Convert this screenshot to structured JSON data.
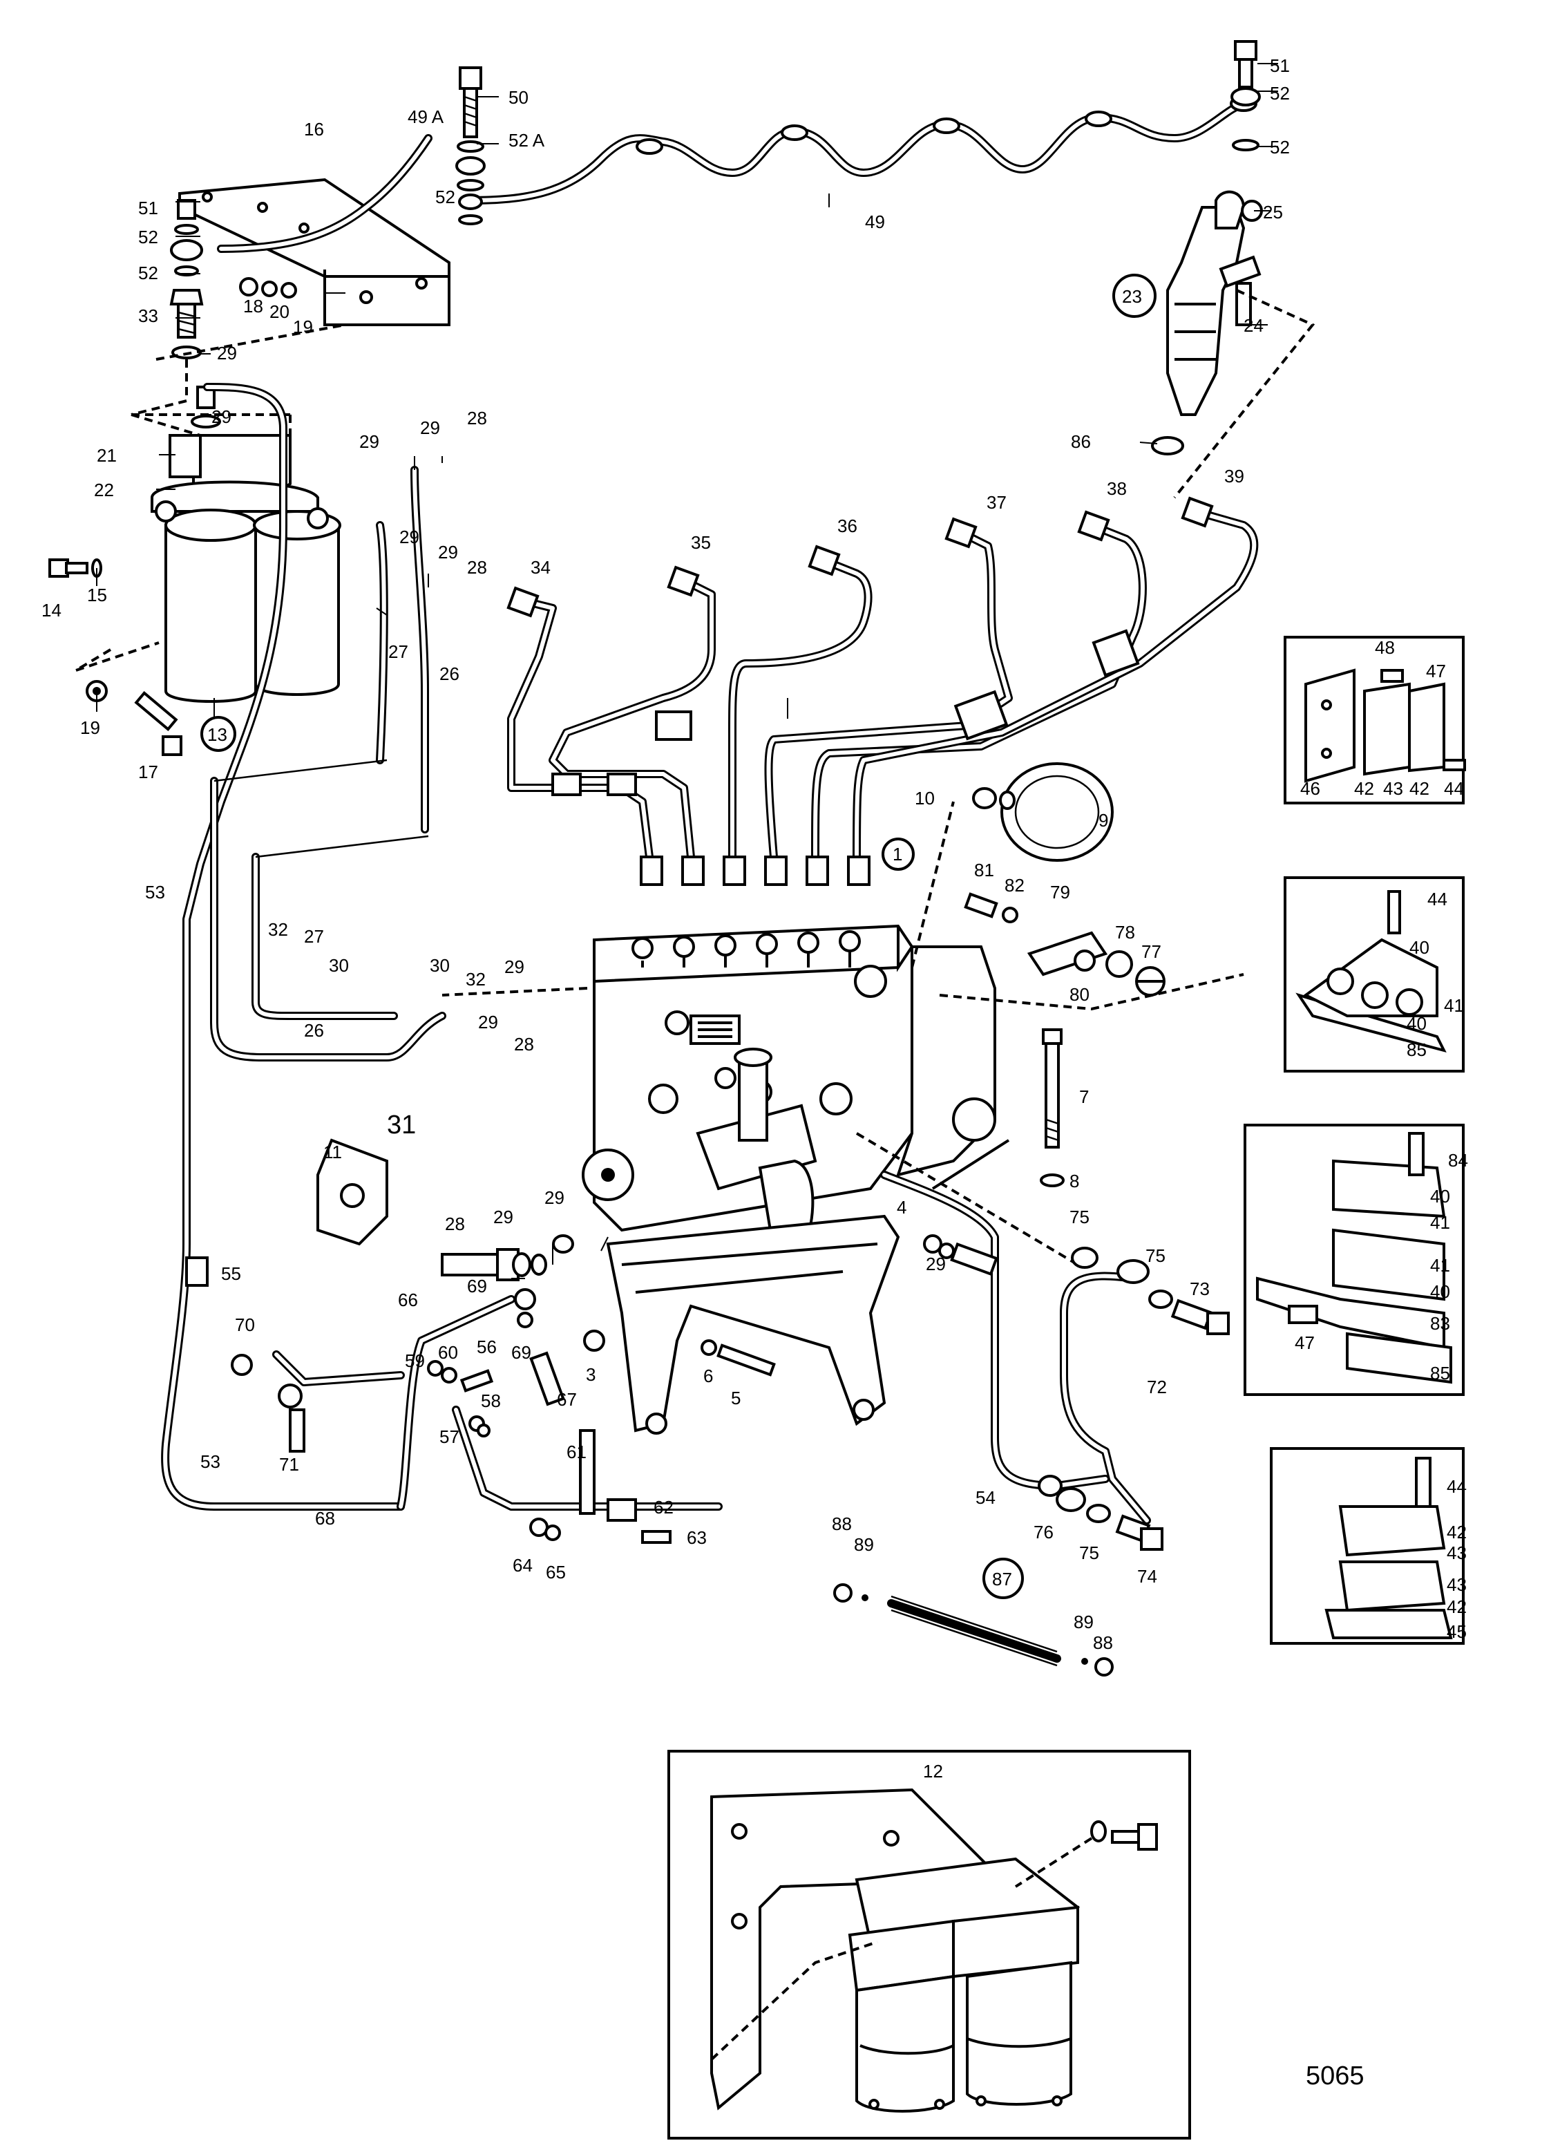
{
  "figure_id": "5065",
  "inset_label": "12",
  "callouts": [
    {
      "id": "c1",
      "text": "1",
      "circled": true
    },
    {
      "id": "c3",
      "text": "3"
    },
    {
      "id": "c4",
      "text": "4"
    },
    {
      "id": "c5",
      "text": "5"
    },
    {
      "id": "c6",
      "text": "6"
    },
    {
      "id": "c7",
      "text": "7"
    },
    {
      "id": "c8",
      "text": "8"
    },
    {
      "id": "c9",
      "text": "9"
    },
    {
      "id": "c10",
      "text": "10"
    },
    {
      "id": "c11",
      "text": "11"
    },
    {
      "id": "c13",
      "text": "13",
      "circled": true
    },
    {
      "id": "c14",
      "text": "14"
    },
    {
      "id": "c15",
      "text": "15"
    },
    {
      "id": "c16",
      "text": "16"
    },
    {
      "id": "c17",
      "text": "17"
    },
    {
      "id": "c18",
      "text": "18"
    },
    {
      "id": "c19a",
      "text": "19"
    },
    {
      "id": "c19b",
      "text": "19"
    },
    {
      "id": "c20",
      "text": "20"
    },
    {
      "id": "c21",
      "text": "21"
    },
    {
      "id": "c22",
      "text": "22"
    },
    {
      "id": "c23",
      "text": "23",
      "circled": true
    },
    {
      "id": "c24",
      "text": "24"
    },
    {
      "id": "c25",
      "text": "25"
    },
    {
      "id": "c26a",
      "text": "26"
    },
    {
      "id": "c26b",
      "text": "26"
    },
    {
      "id": "c27a",
      "text": "27"
    },
    {
      "id": "c27b",
      "text": "27"
    },
    {
      "id": "c28a",
      "text": "28"
    },
    {
      "id": "c28b",
      "text": "28"
    },
    {
      "id": "c28c",
      "text": "28"
    },
    {
      "id": "c28d",
      "text": "28"
    },
    {
      "id": "c29a",
      "text": "29"
    },
    {
      "id": "c29b",
      "text": "29"
    },
    {
      "id": "c29c",
      "text": "29"
    },
    {
      "id": "c29d",
      "text": "29"
    },
    {
      "id": "c29e",
      "text": "29"
    },
    {
      "id": "c29f",
      "text": "29"
    },
    {
      "id": "c29g",
      "text": "29"
    },
    {
      "id": "c29h",
      "text": "29"
    },
    {
      "id": "c29i",
      "text": "29"
    },
    {
      "id": "c29j",
      "text": "29"
    },
    {
      "id": "c29k",
      "text": "29"
    },
    {
      "id": "c30a",
      "text": "30"
    },
    {
      "id": "c30b",
      "text": "30"
    },
    {
      "id": "c31",
      "text": "31"
    },
    {
      "id": "c32a",
      "text": "32"
    },
    {
      "id": "c32b",
      "text": "32"
    },
    {
      "id": "c33",
      "text": "33"
    },
    {
      "id": "c34",
      "text": "34"
    },
    {
      "id": "c35",
      "text": "35"
    },
    {
      "id": "c36",
      "text": "36"
    },
    {
      "id": "c37",
      "text": "37"
    },
    {
      "id": "c38",
      "text": "38"
    },
    {
      "id": "c39",
      "text": "39"
    },
    {
      "id": "c40a",
      "text": "40"
    },
    {
      "id": "c40b",
      "text": "40"
    },
    {
      "id": "c40c",
      "text": "40"
    },
    {
      "id": "c40d",
      "text": "40"
    },
    {
      "id": "c41a",
      "text": "41"
    },
    {
      "id": "c41b",
      "text": "41"
    },
    {
      "id": "c41c",
      "text": "41"
    },
    {
      "id": "c42a",
      "text": "42"
    },
    {
      "id": "c42b",
      "text": "42"
    },
    {
      "id": "c42c",
      "text": "42"
    },
    {
      "id": "c42d",
      "text": "42"
    },
    {
      "id": "c43a",
      "text": "43"
    },
    {
      "id": "c43b",
      "text": "43"
    },
    {
      "id": "c43c",
      "text": "43"
    },
    {
      "id": "c44a",
      "text": "44"
    },
    {
      "id": "c44b",
      "text": "44"
    },
    {
      "id": "c44c",
      "text": "44"
    },
    {
      "id": "c45",
      "text": "45"
    },
    {
      "id": "c46",
      "text": "46"
    },
    {
      "id": "c47a",
      "text": "47"
    },
    {
      "id": "c47b",
      "text": "47"
    },
    {
      "id": "c48",
      "text": "48"
    },
    {
      "id": "c49",
      "text": "49"
    },
    {
      "id": "c49a",
      "text": "49 A"
    },
    {
      "id": "c50",
      "text": "50"
    },
    {
      "id": "c51a",
      "text": "51"
    },
    {
      "id": "c51b",
      "text": "51"
    },
    {
      "id": "c52a",
      "text": "52"
    },
    {
      "id": "c52b",
      "text": "52"
    },
    {
      "id": "c52c",
      "text": "52"
    },
    {
      "id": "c52d",
      "text": "52"
    },
    {
      "id": "c52e",
      "text": "52"
    },
    {
      "id": "c52A",
      "text": "52 A"
    },
    {
      "id": "c53a",
      "text": "53"
    },
    {
      "id": "c53b",
      "text": "53"
    },
    {
      "id": "c54",
      "text": "54"
    },
    {
      "id": "c55",
      "text": "55"
    },
    {
      "id": "c56",
      "text": "56"
    },
    {
      "id": "c57",
      "text": "57"
    },
    {
      "id": "c58",
      "text": "58"
    },
    {
      "id": "c59",
      "text": "59"
    },
    {
      "id": "c60",
      "text": "60"
    },
    {
      "id": "c61",
      "text": "61"
    },
    {
      "id": "c62",
      "text": "62"
    },
    {
      "id": "c63",
      "text": "63"
    },
    {
      "id": "c64",
      "text": "64"
    },
    {
      "id": "c65",
      "text": "65"
    },
    {
      "id": "c66",
      "text": "66"
    },
    {
      "id": "c67",
      "text": "67"
    },
    {
      "id": "c68",
      "text": "68"
    },
    {
      "id": "c69a",
      "text": "69"
    },
    {
      "id": "c69b",
      "text": "69"
    },
    {
      "id": "c70",
      "text": "70"
    },
    {
      "id": "c71",
      "text": "71"
    },
    {
      "id": "c72",
      "text": "72"
    },
    {
      "id": "c73",
      "text": "73"
    },
    {
      "id": "c74",
      "text": "74"
    },
    {
      "id": "c75a",
      "text": "75"
    },
    {
      "id": "c75b",
      "text": "75"
    },
    {
      "id": "c75c",
      "text": "75"
    },
    {
      "id": "c76",
      "text": "76"
    },
    {
      "id": "c77",
      "text": "77"
    },
    {
      "id": "c78",
      "text": "78"
    },
    {
      "id": "c79",
      "text": "79"
    },
    {
      "id": "c80",
      "text": "80"
    },
    {
      "id": "c81",
      "text": "81"
    },
    {
      "id": "c82",
      "text": "82"
    },
    {
      "id": "c83",
      "text": "83"
    },
    {
      "id": "c84",
      "text": "84"
    },
    {
      "id": "c85a",
      "text": "85"
    },
    {
      "id": "c85b",
      "text": "85"
    },
    {
      "id": "c86",
      "text": "86"
    },
    {
      "id": "c87",
      "text": "87",
      "circled": true
    },
    {
      "id": "c88a",
      "text": "88"
    },
    {
      "id": "c88b",
      "text": "88"
    },
    {
      "id": "c89a",
      "text": "89"
    },
    {
      "id": "c89b",
      "text": "89"
    }
  ]
}
